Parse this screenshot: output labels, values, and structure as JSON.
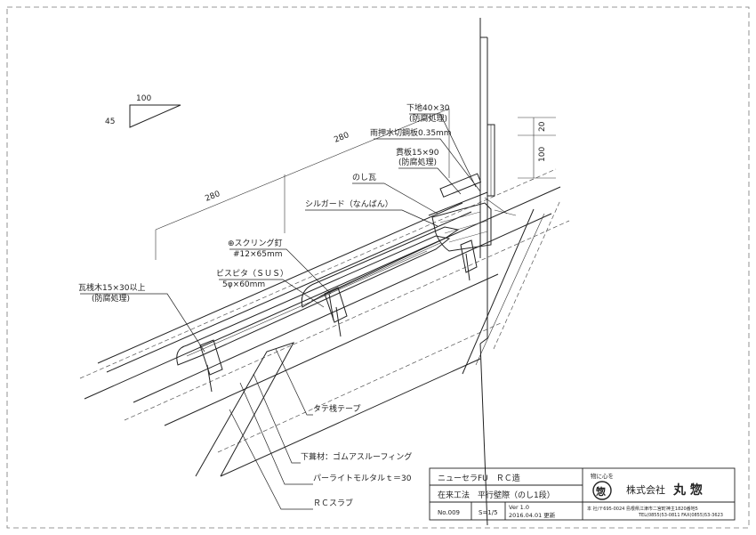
{
  "slope": {
    "run": "100",
    "rise": "45"
  },
  "dimensions": {
    "upper": "280",
    "lower": "280",
    "wall_top": "20",
    "wall_lower": "100"
  },
  "labels": {
    "shitaji": "下地40×30",
    "shitaji_sub": "(防腐処理)",
    "amaosae": "雨押水切鋼板0.35mm",
    "nukiita": "貫板15×90",
    "nukiita_sub": "(防腐処理)",
    "noshigawara": "のし瓦",
    "sillguard": "シルガード（なんばん）",
    "screw_nail": "⊕スクリング釘",
    "screw_nail_size": "#12×65mm",
    "bispita": "ビスピタ（ＳＵＳ）",
    "bispita_size": "5φ×60mm",
    "kawarasangi": "瓦桟木15×30以上",
    "kawarasangi_sub": "(防腐処理)",
    "tatesan": "タテ桟テープ",
    "shitabuki": "下葺材：ゴムアスルーフィング",
    "perlite": "パーライトモルタルｔ＝30",
    "rc_slab": "ＲＣスラブ"
  },
  "title_block": {
    "product": "ニューセラFU　ＲＣ造",
    "method": "在来工法　平行壁際（のし1段）",
    "number": "No.009",
    "scale": "S=1/5",
    "version": "Ver 1.0",
    "updated": "2016.04.01 更新",
    "tagline": "物に心を",
    "company": "株式会社",
    "company_name": "丸 惣",
    "address": "本 社/〒695-0024 島根県江津市二宮町神主1820番地5",
    "tel": "TEL(0855)53-0811  FAX(0855)53-3623"
  }
}
